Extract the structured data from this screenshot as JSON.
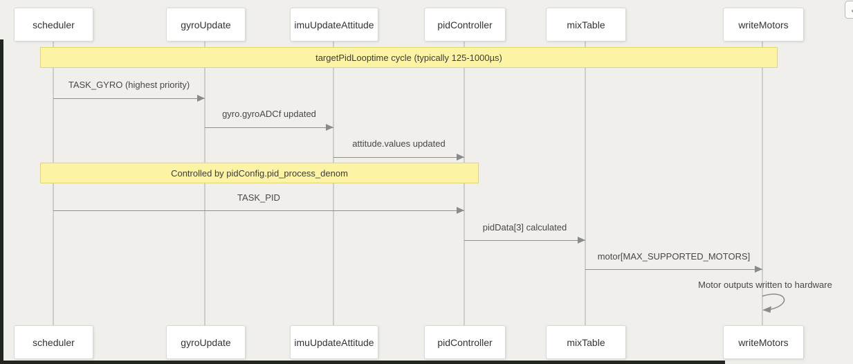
{
  "diagram": {
    "type": "sequence-diagram",
    "actors": [
      {
        "label": "scheduler"
      },
      {
        "label": "gyroUpdate"
      },
      {
        "label": "imuUpdateAttitude"
      },
      {
        "label": "pidController"
      },
      {
        "label": "mixTable"
      },
      {
        "label": "writeMotors"
      }
    ],
    "notes": [
      {
        "text": "targetPidLooptime cycle (typically 125-1000µs)",
        "over": "scheduler to writeMotors"
      },
      {
        "text": "Controlled by pidConfig.pid_process_denom",
        "over": "scheduler to pidController"
      }
    ],
    "messages": [
      {
        "from": "scheduler",
        "to": "gyroUpdate",
        "text": "TASK_GYRO (highest priority)"
      },
      {
        "from": "gyroUpdate",
        "to": "imuUpdateAttitude",
        "text": "gyro.gyroADCf updated"
      },
      {
        "from": "imuUpdateAttitude",
        "to": "pidController",
        "text": "attitude.values updated"
      },
      {
        "from": "scheduler",
        "to": "pidController",
        "text": "TASK_PID"
      },
      {
        "from": "pidController",
        "to": "mixTable",
        "text": "pidData[3] calculated"
      },
      {
        "from": "mixTable",
        "to": "writeMotors",
        "text": "motor[MAX_SUPPORTED_MOTORS]"
      },
      {
        "from": "writeMotors",
        "to": "writeMotors",
        "text": "Motor outputs written to hardware",
        "self_message": true
      }
    ],
    "colors": {
      "background": "#f0efec",
      "note_fill": "#fcf4a4",
      "note_border": "#e2d674",
      "arrow": "#8a8a8a",
      "lifeline": "#cdcdca",
      "actor_border": "#d9d9d6",
      "edge_bar": "#23261e"
    }
  },
  "viewer": {
    "corner_button_icon": "expand-icon"
  }
}
